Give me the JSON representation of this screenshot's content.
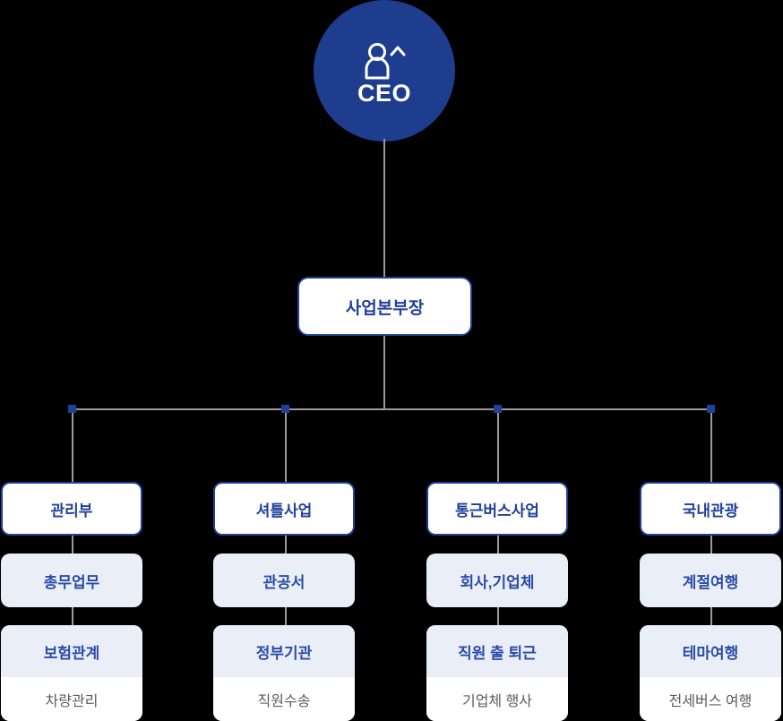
{
  "colors": {
    "brand_dark_blue": "#1f3d8f",
    "border_blue": "#21409a",
    "text_blue": "#2b4ca8",
    "panel_light_blue": "#eaeff7",
    "connector_gray": "#9a9a9a",
    "muted_text": "#5c5c5c",
    "background": "#000000"
  },
  "root": {
    "icon": "person-chevron-icon",
    "label": "CEO"
  },
  "division_head": {
    "label": "사업본부장"
  },
  "departments": [
    {
      "head": "관리부",
      "sub": "총무업무",
      "card_top": "보험관계",
      "card_bottom": "차량관리"
    },
    {
      "head": "셔틀사업",
      "sub": "관공서",
      "card_top": "정부기관",
      "card_bottom": "직원수송"
    },
    {
      "head": "통근버스사업",
      "sub": "회사,기업체",
      "card_top": "직원 출 퇴근",
      "card_bottom": "기업체 행사"
    },
    {
      "head": "국내관광",
      "sub": "계절여행",
      "card_top": "테마여행",
      "card_bottom": "전세버스 여행"
    }
  ]
}
